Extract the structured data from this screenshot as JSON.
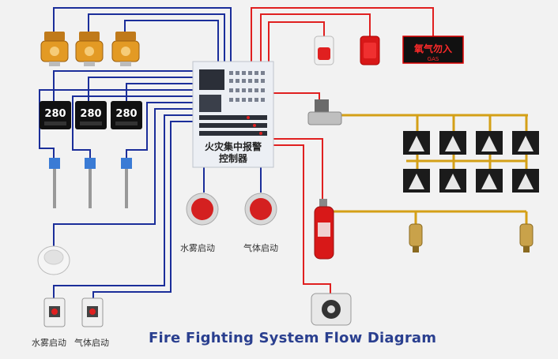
{
  "title": "Fire Fighting System Flow Diagram",
  "controller": {
    "label_line1": "火灾集中报警",
    "label_line2": "控制器"
  },
  "thermo_readings": [
    "280",
    "280",
    "280"
  ],
  "gas_sign": {
    "main": "氧气勿入",
    "sub": "GAS"
  },
  "labels": {
    "water_mist_start_center": "水雾启动",
    "gas_start_center": "气体启动",
    "water_mist_start_bottom": "水雾启动",
    "gas_start_bottom": "气体启动"
  },
  "colors": {
    "signal_wire": "#1b2e9a",
    "alarm_wire": "#e02020",
    "pipe": "#d4a017",
    "title": "#2a3f8f"
  }
}
